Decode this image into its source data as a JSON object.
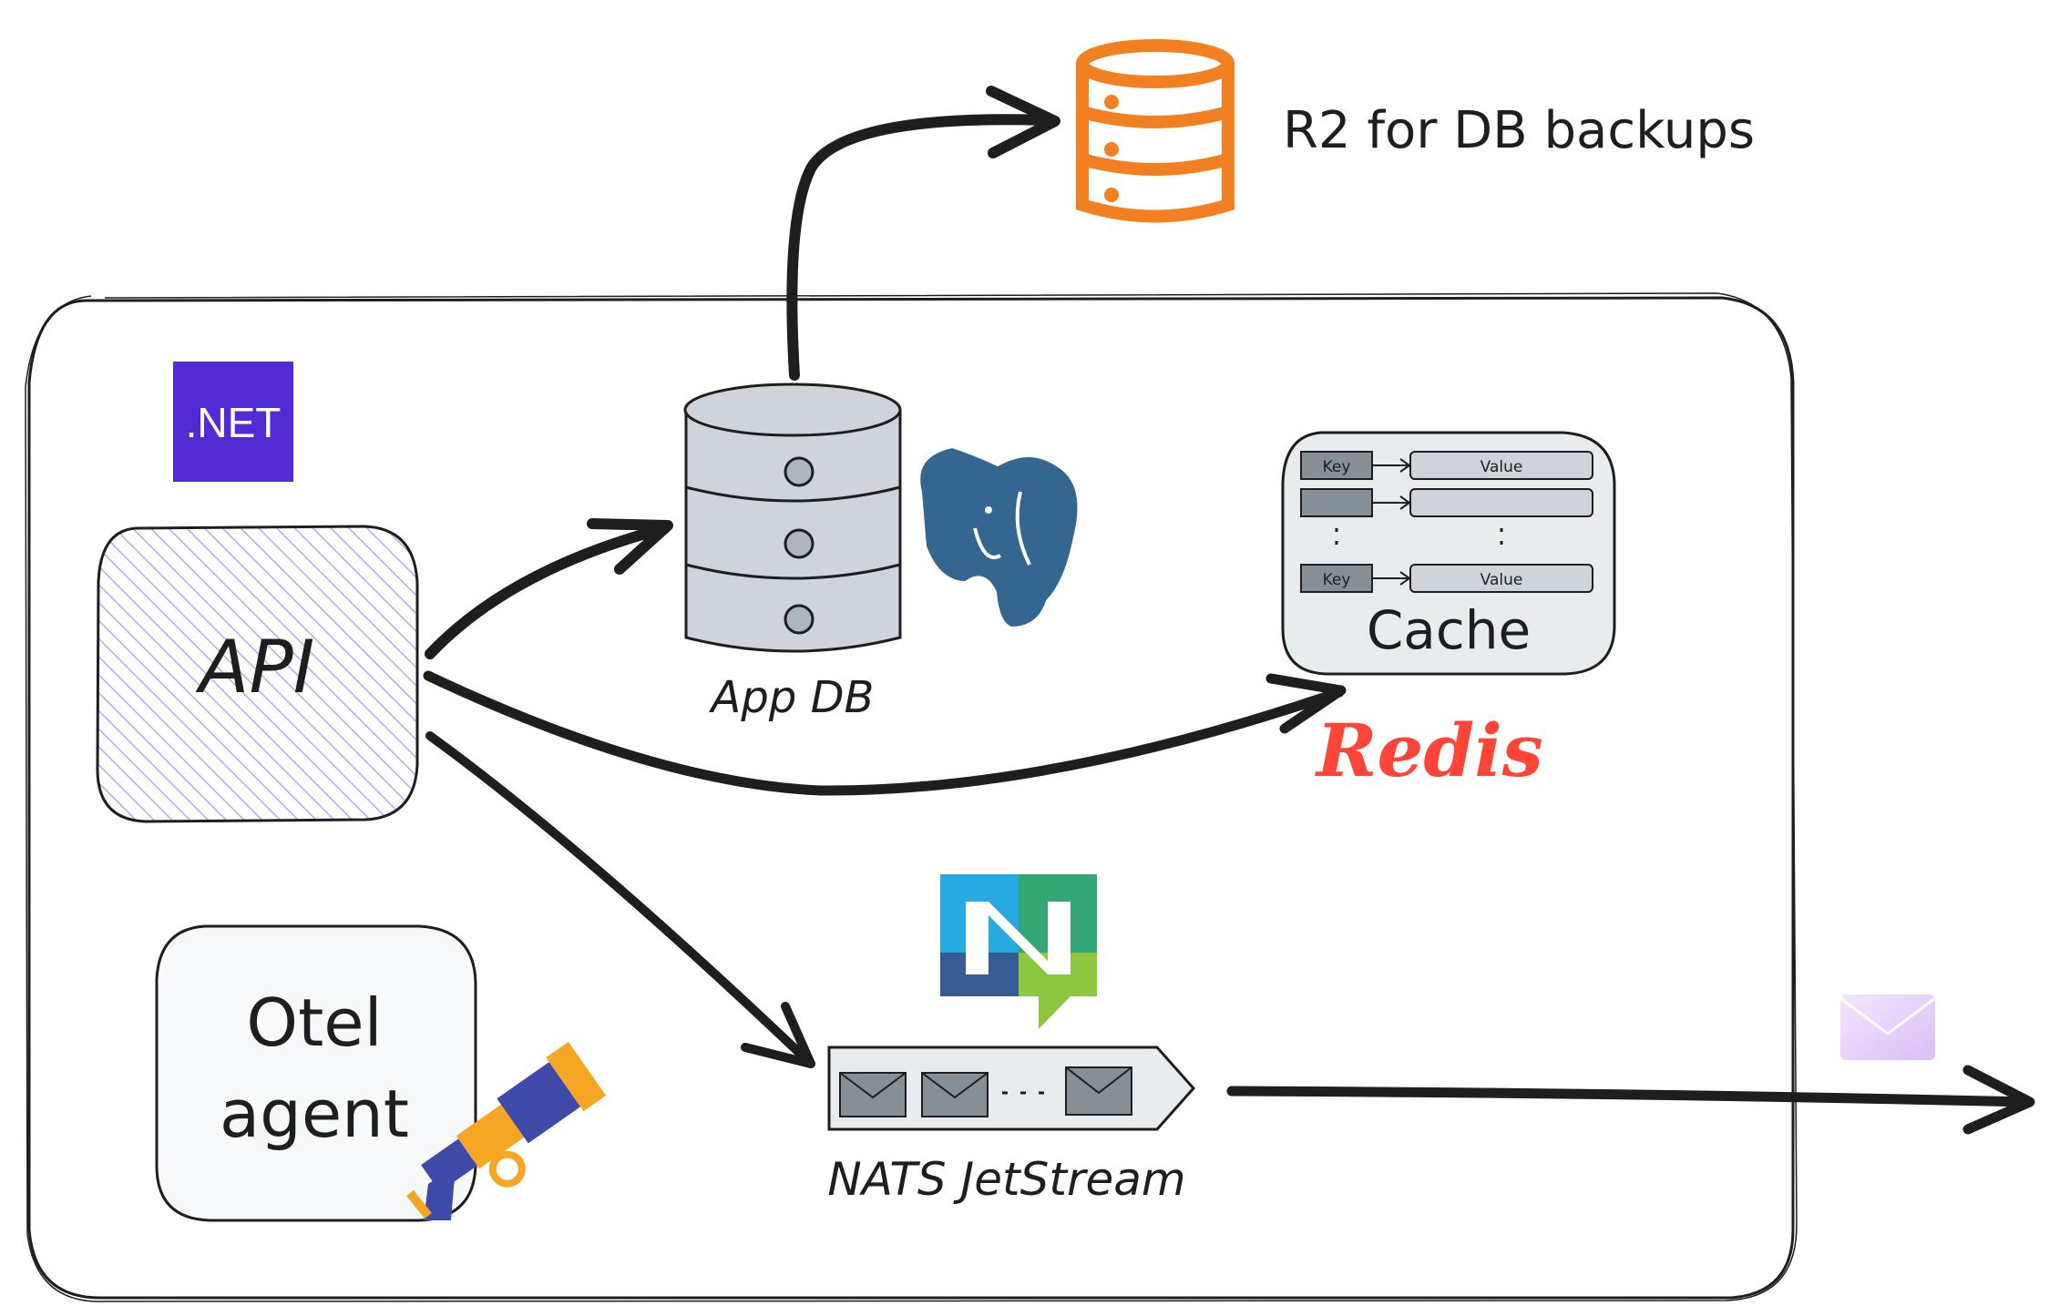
{
  "diagram": {
    "backup_label": "R2 for DB backups",
    "dotnet_logo": ".NET",
    "api_label": "API",
    "appdb_label": "App DB",
    "cache_label": "Cache",
    "cache_key_1": "Key",
    "cache_value_1": "Value",
    "cache_key_3": "Key",
    "cache_value_3": "Value",
    "redis_label": "Redis",
    "nats_label": "NATS JetStream",
    "otel_line1": "Otel",
    "otel_line2": "agent",
    "colors": {
      "backup_orange": "#f38020",
      "dotnet_purple": "#512bd4",
      "postgres_blue": "#336791",
      "redis_red": "#ff4438",
      "nats_blue": "#375c93",
      "nats_green": "#8dc63f",
      "nats_teal": "#27aae1",
      "api_hatch": "#b9a8f0"
    },
    "icons": [
      "database-icon",
      "postgres-elephant-icon",
      "cache-table-icon",
      "nats-logo-icon",
      "envelope-icon",
      "telescope-icon",
      "dotnet-logo"
    ]
  }
}
